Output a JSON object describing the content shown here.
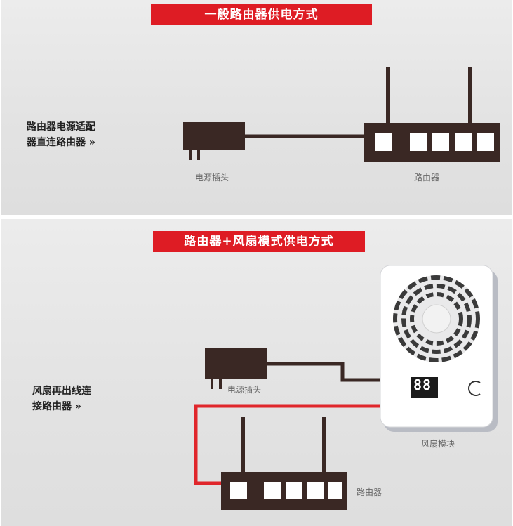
{
  "section1": {
    "banner": "一般路由器供电方式",
    "description_line1": "路由器电源适配",
    "description_line2": "器直连路由器 »",
    "plug_label": "电源插头",
    "router_label": "路由器"
  },
  "section2": {
    "banner": "路由器+风扇模式供电方式",
    "description_line1": "风扇再出线连",
    "description_line2": "接路由器 »",
    "plug_label": "电源插头",
    "fan_label": "风扇模块",
    "router_label": "路由器",
    "fan_display": "88"
  },
  "colors": {
    "accent_red": "#de1c24",
    "device_dark": "#3a2824",
    "cable_red": "#e0262b"
  },
  "icons": [
    "power-adapter-icon",
    "router-icon",
    "fan-module-icon",
    "power-button-icon"
  ]
}
